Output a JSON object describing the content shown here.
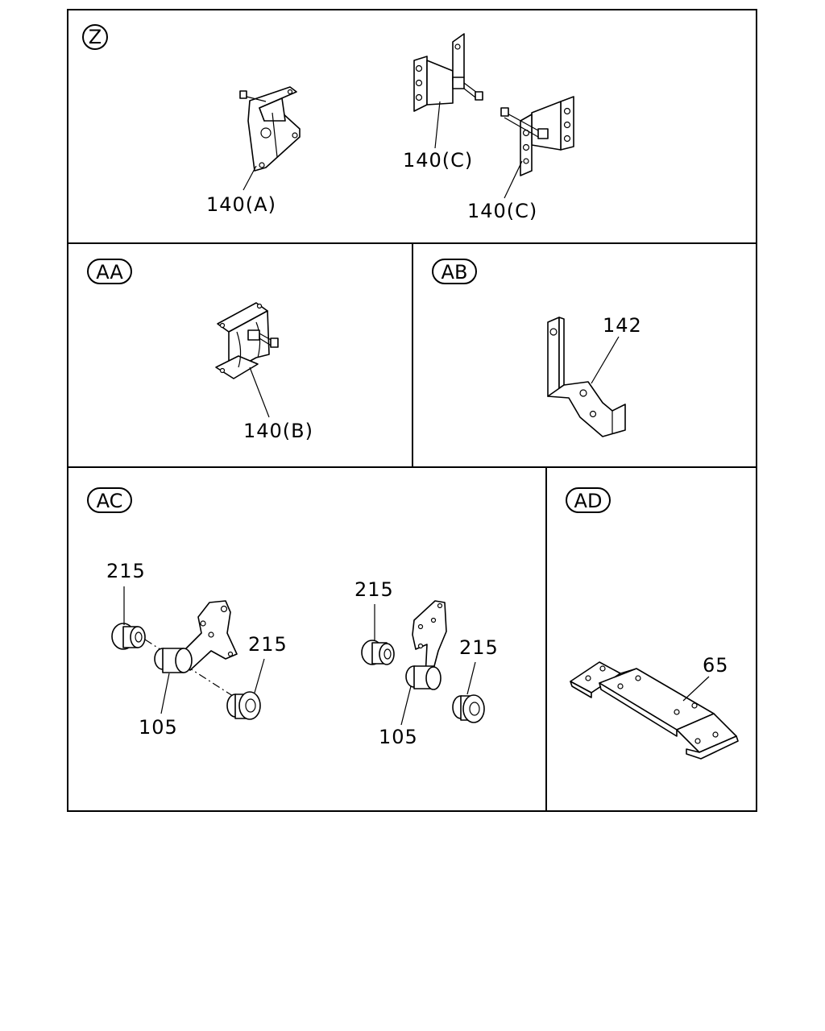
{
  "panels": {
    "z": {
      "tag": "Z",
      "labels": [
        "140(A)",
        "140(C)",
        "140(C)"
      ]
    },
    "aa": {
      "tag": "AA",
      "labels": [
        "140(B)"
      ]
    },
    "ab": {
      "tag": "AB",
      "labels": [
        "142"
      ]
    },
    "ac": {
      "tag": "AC",
      "labels": [
        "215",
        "215",
        "105",
        "215",
        "215",
        "105"
      ]
    },
    "ad": {
      "tag": "AD",
      "labels": [
        "65"
      ]
    }
  }
}
